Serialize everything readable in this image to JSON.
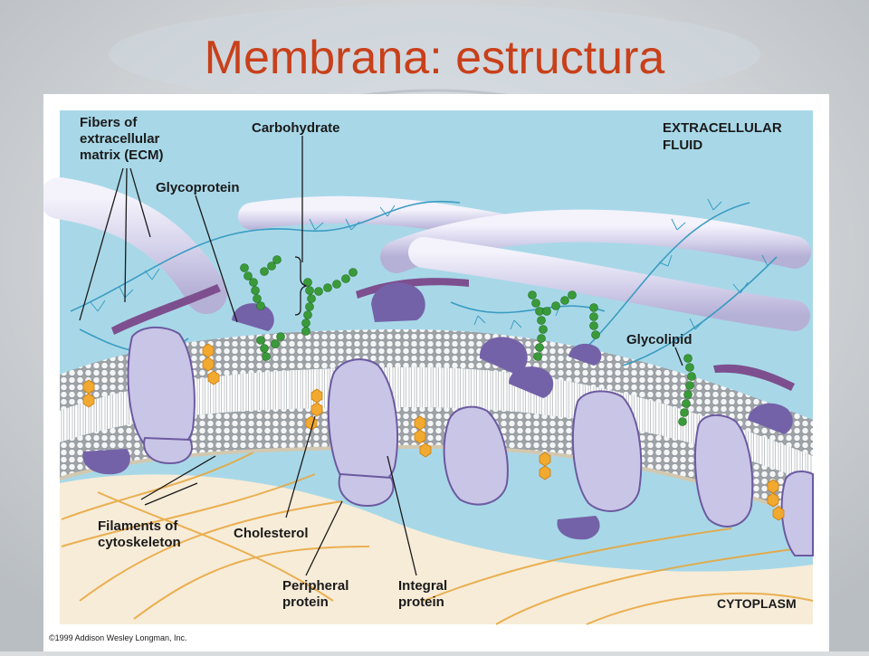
{
  "slide": {
    "title": "Membrana: estructura"
  },
  "figure": {
    "labels": {
      "ecm_line1": "Fibers of",
      "ecm_line2": "extracellular",
      "ecm_line3": "matrix (ECM)",
      "carbohydrate": "Carbohydrate",
      "glycoprotein": "Glycoprotein",
      "extracellular_line1": "EXTRACELLULAR",
      "extracellular_line2": "FLUID",
      "glycolipid": "Glycolipid",
      "filaments_line1": "Filaments of",
      "filaments_line2": "cytoskeleton",
      "cholesterol": "Cholesterol",
      "peripheral_line1": "Peripheral",
      "peripheral_line2": "protein",
      "integral_line1": "Integral",
      "integral_line2": "protein",
      "cytoplasm": "CYTOPLASM"
    },
    "copyright": "©1999 Addison Wesley Longman, Inc.",
    "colors": {
      "extracellular": "#a8d8e8",
      "cytoplasm": "#f7ecd8",
      "protein": "#c9c5e6",
      "protein_dark": "#7462a8",
      "carbohydrate": "#3a9a3a",
      "ecm_branch": "#4aa8c8",
      "cholesterol": "#f2a930",
      "title": "#c8401a"
    }
  }
}
